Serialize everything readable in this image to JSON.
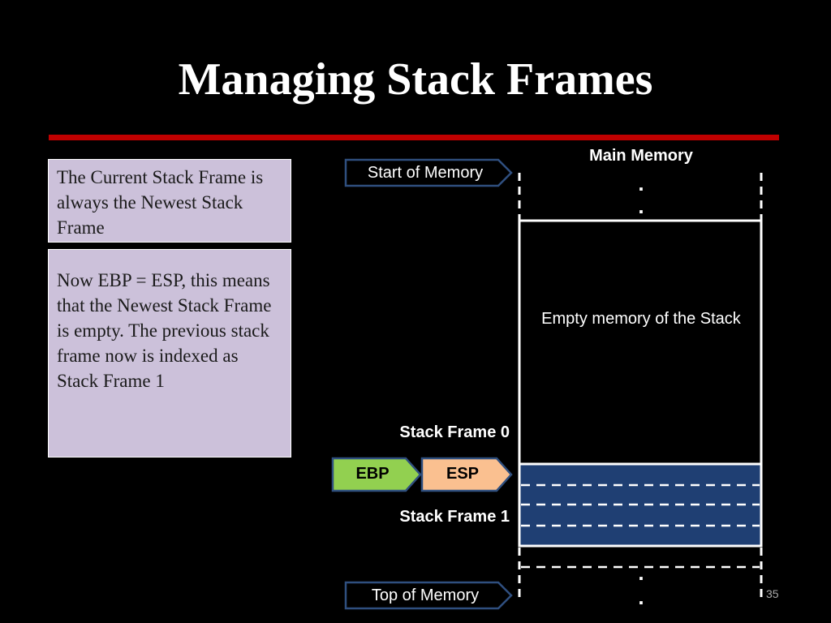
{
  "title": "Managing Stack Frames",
  "notes": {
    "current": "The Current Stack Frame is always the Newest Stack Frame",
    "explanation": "Now EBP = ESP, this means that the Newest Stack Frame is empty. The previous stack frame now is indexed as Stack Frame 1"
  },
  "diagram": {
    "memory_label": "Main Memory",
    "empty_label": "Empty memory of the Stack",
    "start_label": "Start of Memory",
    "top_label": "Top of Memory",
    "ebp_label": "EBP",
    "esp_label": "ESP",
    "frame0_label": "Stack Frame 0",
    "frame1_label": "Stack Frame 1",
    "ellipsis_dot": "."
  },
  "colors": {
    "rule": "#c00000",
    "note_bg": "#ccc1da",
    "pointer_border": "#2f4f7f",
    "ebp_fill": "#92d050",
    "esp_fill": "#fac090",
    "frame_fill": "#1f3f73"
  },
  "slide_number": "35"
}
